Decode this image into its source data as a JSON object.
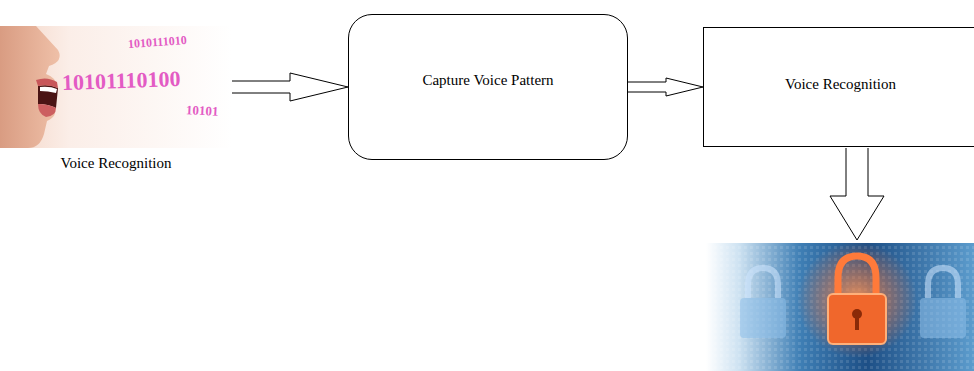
{
  "diagram": {
    "nodes": [
      {
        "text": [
          "Voice Recognition"
        ]
      },
      {
        "text": [
          "Capture Voice Pattern"
        ]
      },
      {
        "text": [
          "Voice Recognition"
        ]
      }
    ],
    "edges": [
      {
        "from": 0,
        "to": 1,
        "arrow": "to"
      },
      {
        "from": 1,
        "to": 2,
        "arrow": "to"
      }
    ],
    "labels": [
      "1010111010",
      "10101110100",
      "10101"
    ]
  }
}
